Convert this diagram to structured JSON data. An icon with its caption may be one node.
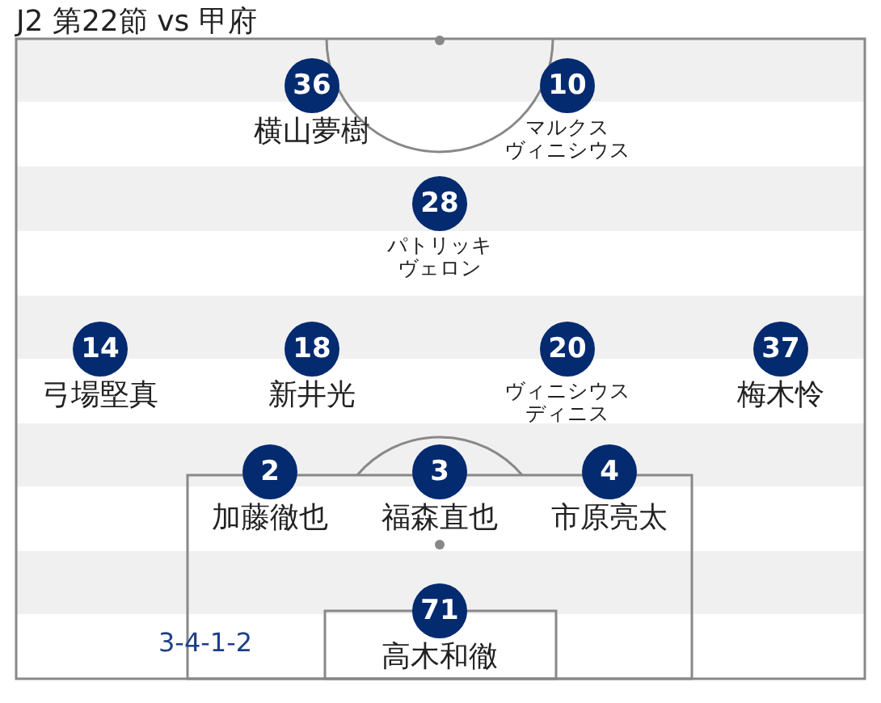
{
  "diagram": {
    "title": "J2 第22節 vs 甲府",
    "nodes": [
      {
        "text": [
          "36",
          "横山夢樹"
        ]
      },
      {
        "text": [
          "10",
          "マルクスヴィニシウス"
        ]
      },
      {
        "text": [
          "28",
          "パトリッキヴェロン"
        ]
      },
      {
        "text": [
          "14",
          "弓場堅真"
        ]
      },
      {
        "text": [
          "18",
          "新井光"
        ]
      },
      {
        "text": [
          "20",
          "ヴィニシウスディニス"
        ]
      },
      {
        "text": [
          "37",
          "梅木怜"
        ]
      },
      {
        "text": [
          "2",
          "加藤徹也"
        ]
      },
      {
        "text": [
          "3",
          "福森直也"
        ]
      },
      {
        "text": [
          "4",
          "市原亮太"
        ]
      },
      {
        "text": [
          "71",
          "高木和徹"
        ]
      }
    ],
    "edges": [],
    "labels": [
      "3-4-1-2"
    ]
  }
}
